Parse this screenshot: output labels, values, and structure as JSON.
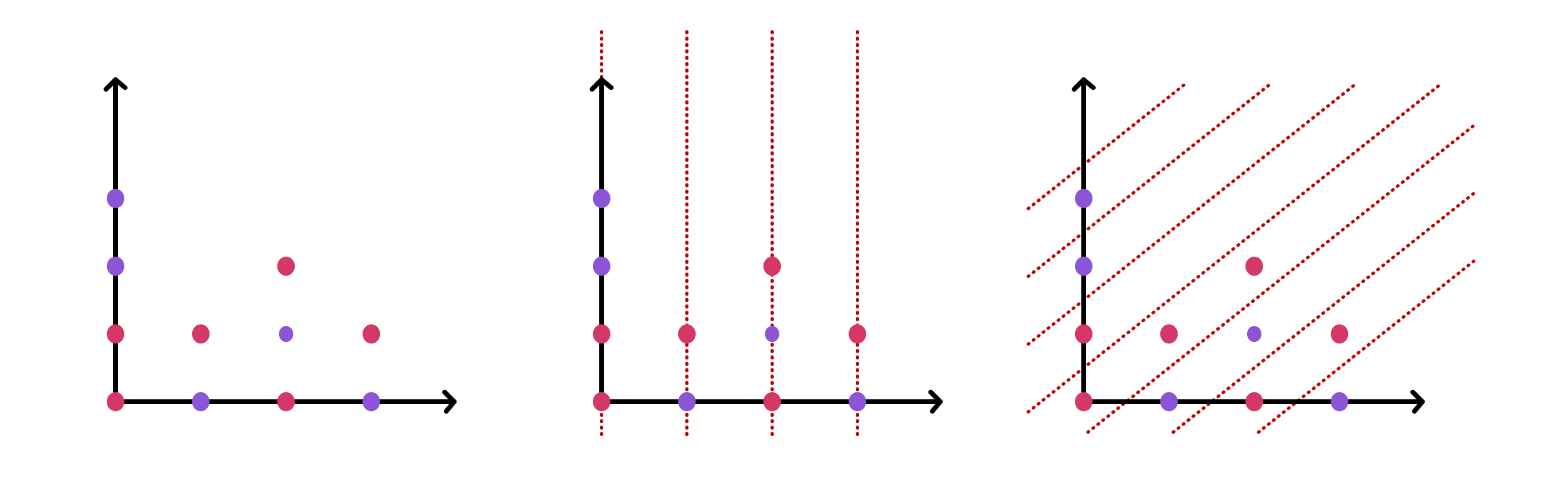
{
  "diagram": {
    "colors": {
      "axis": "#000000",
      "red_point": "#d33867",
      "purple_point": "#8b55d6",
      "guide_line": "#c00000"
    },
    "points": [
      {
        "x": 0,
        "y": 0,
        "color": "red"
      },
      {
        "x": 1,
        "y": 0,
        "color": "purple"
      },
      {
        "x": 2,
        "y": 0,
        "color": "red"
      },
      {
        "x": 3,
        "y": 0,
        "color": "purple"
      },
      {
        "x": 0,
        "y": 1,
        "color": "red"
      },
      {
        "x": 1,
        "y": 1,
        "color": "red"
      },
      {
        "x": 2,
        "y": 1,
        "color": "purple"
      },
      {
        "x": 3,
        "y": 1,
        "color": "red"
      },
      {
        "x": 0,
        "y": 2,
        "color": "purple"
      },
      {
        "x": 2,
        "y": 2,
        "color": "red"
      },
      {
        "x": 0,
        "y": 3,
        "color": "purple"
      }
    ],
    "panels": [
      {
        "name": "points-only",
        "guides": "none"
      },
      {
        "name": "vertical-slices",
        "guides": "vertical",
        "guide_x": [
          0,
          1,
          2,
          3
        ]
      },
      {
        "name": "diagonal-slices",
        "guides": "diagonal",
        "guide_count": 7
      }
    ]
  }
}
